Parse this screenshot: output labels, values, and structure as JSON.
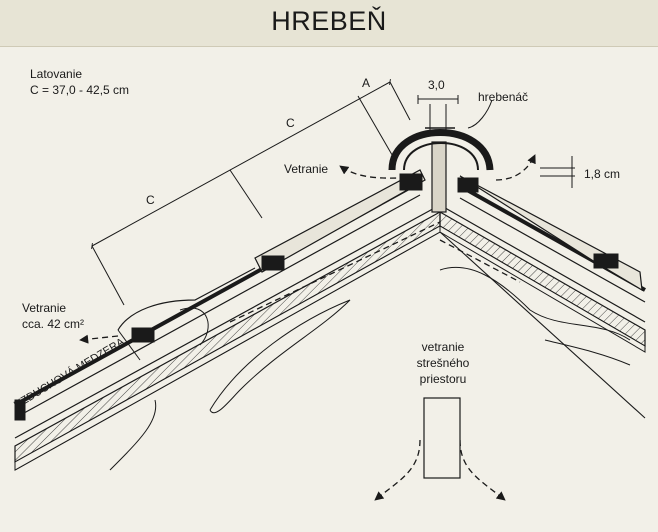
{
  "title": "HREBEŇ",
  "labels": {
    "latovanie_title": "Latovanie",
    "latovanie_value": "C =  37,0 - 42,5 cm",
    "dim_c_upper": "C",
    "dim_c_lower": "C",
    "dim_a": "A",
    "dim_3": "3,0",
    "hrebenac": "hrebenáč",
    "vetranie_top": "Vetranie",
    "dim_18": "1,8 cm",
    "vetranie_left_1": "Vetranie",
    "vetranie_left_2": "cca. 42 cm²",
    "vzduchova": "VZDUCHOVÁ MEDZERA",
    "vetranie_space_1": "vetranie",
    "vetranie_space_2": "strešného",
    "vetranie_space_3": "priestoru"
  },
  "colors": {
    "background": "#f2f0e8",
    "title_bar": "#e7e4d5",
    "ink": "#1a1a1a"
  }
}
